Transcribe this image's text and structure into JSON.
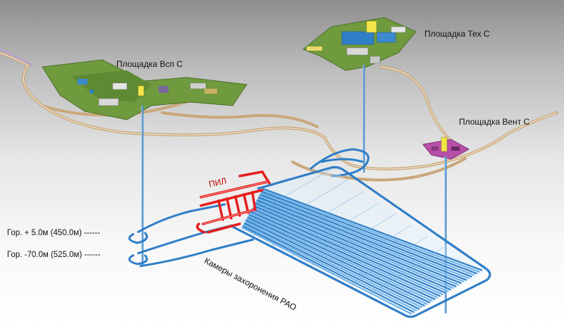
{
  "labels": {
    "site_aux": "Площадка Всп С",
    "site_tech": "Площадка Тех С",
    "site_vent": "Площадка Вент С",
    "pil": "ПИЛ",
    "level_upper": "Гор. + 5.0м (450.0м) ------",
    "level_lower": "Гор. -70.0м (525.0м) ------",
    "chambers": "Камеры захоронения РАО"
  },
  "colors": {
    "tunnel_main": "#2f7ec8",
    "tunnel_light": "#6fb3e8",
    "pil_red": "#e61e1e",
    "road": "#c9a77a",
    "site_green": "#6f9a3e",
    "site_magenta": "#b84fa8"
  },
  "chambers_count": 28
}
